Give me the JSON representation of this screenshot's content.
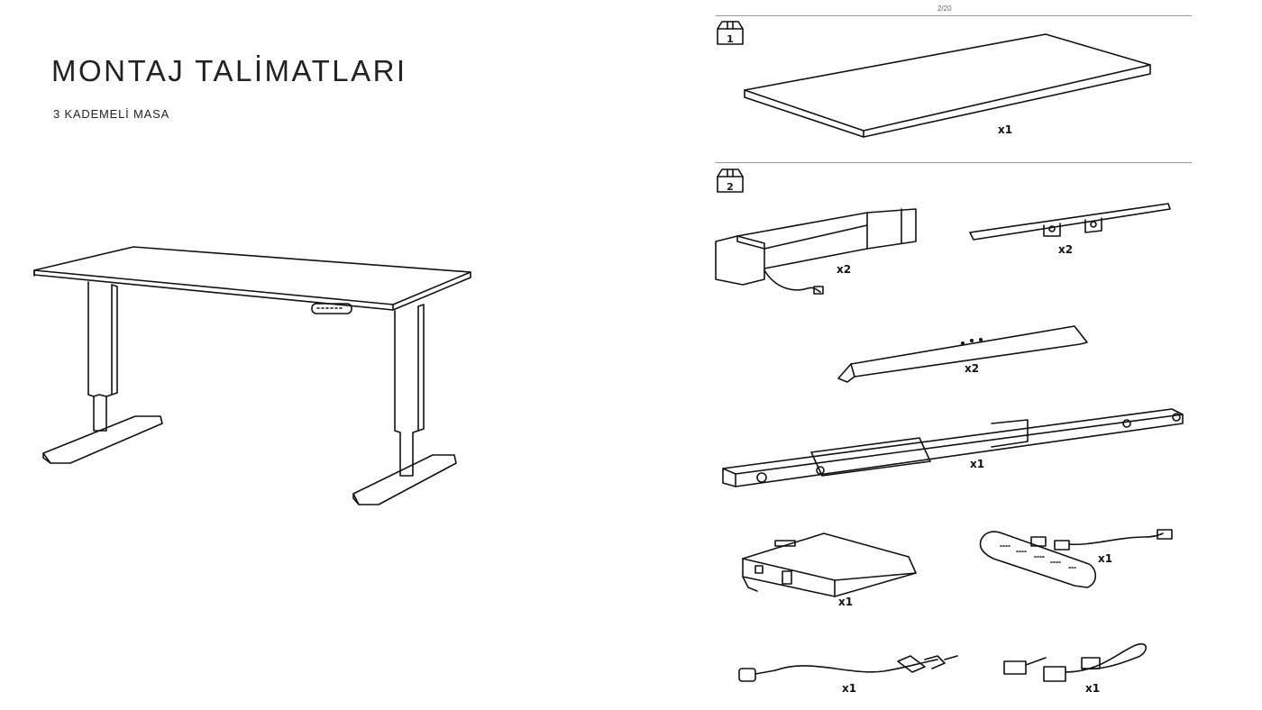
{
  "left": {
    "title": "MONTAJ TALİMATLARI",
    "subtitle": "3 KADEMELİ MASA"
  },
  "right": {
    "page_number": "2/20",
    "steps": [
      {
        "number": "1",
        "parts": [
          {
            "name": "desktop",
            "qty": "x1"
          }
        ]
      },
      {
        "number": "2",
        "parts": [
          {
            "name": "leg-column",
            "qty": "x2"
          },
          {
            "name": "top-bracket",
            "qty": "x2"
          },
          {
            "name": "foot",
            "qty": "x2"
          },
          {
            "name": "frame-beam",
            "qty": "x1"
          },
          {
            "name": "control-box",
            "qty": "x1"
          },
          {
            "name": "handset",
            "qty": "x1"
          },
          {
            "name": "power-cable",
            "qty": "x1"
          },
          {
            "name": "splitter-cable",
            "qty": "x1"
          }
        ]
      }
    ]
  },
  "icons": {
    "box": "box-icon",
    "desk": "standing-desk-illustration"
  }
}
